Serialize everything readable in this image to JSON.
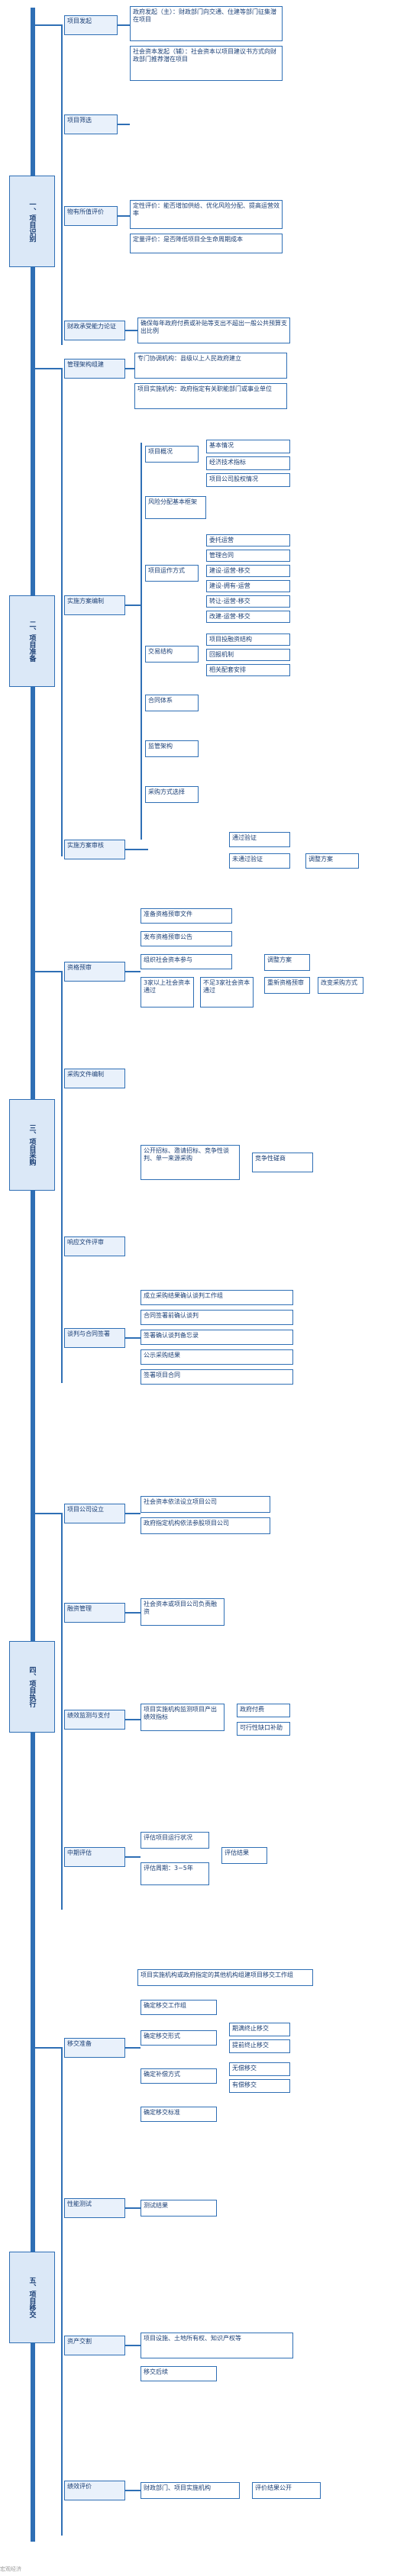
{
  "phases": [
    {
      "label": "一、项目识别"
    },
    {
      "label": "二、项目准备"
    },
    {
      "label": "三、项目采购"
    },
    {
      "label": "四、项目执行"
    },
    {
      "label": "五、项目移交"
    }
  ],
  "sections": [
    {
      "nodes": [
        {
          "text": "项目发起"
        },
        {
          "text": "政府发起（主）：财政部门向交通、住建等部门征集潜在项目"
        },
        {
          "text": "社会资本发起（辅）：社会资本以项目建议书方式向财政部门推荐潜在项目"
        },
        {
          "text": "项目筛选"
        },
        {
          "text": "物有所值评价"
        },
        {
          "text": "定性评价：能否增加供给、优化风险分配、提高运营效率"
        },
        {
          "text": "定量评价：是否降低项目全生命周期成本"
        },
        {
          "text": "财政承受能力论证"
        },
        {
          "text": "确保每年政府付费或补贴等支出不超出一般公共预算支出比例"
        }
      ]
    },
    {
      "nodes": [
        {
          "text": "管理架构组建"
        },
        {
          "text": "专门协调机构：县级以上人民政府建立"
        },
        {
          "text": "项目实施机构：政府指定有关职能部门或事业单位"
        },
        {
          "text": "实施方案编制"
        },
        {
          "text": "项目概况"
        },
        {
          "text": "基本情况"
        },
        {
          "text": "经济技术指标"
        },
        {
          "text": "项目公司股权情况"
        },
        {
          "text": "风险分配基本框架"
        },
        {
          "text": "项目运作方式"
        },
        {
          "text": "委托运营"
        },
        {
          "text": "管理合同"
        },
        {
          "text": "建设-运营-移交"
        },
        {
          "text": "建设-拥有-运营"
        },
        {
          "text": "转让-运营-移交"
        },
        {
          "text": "改建-运营-移交"
        },
        {
          "text": "交易结构"
        },
        {
          "text": "项目投融资结构"
        },
        {
          "text": "回报机制"
        },
        {
          "text": "相关配套安排"
        },
        {
          "text": "合同体系"
        },
        {
          "text": "监管架构"
        },
        {
          "text": "采购方式选择"
        },
        {
          "text": "实施方案审核"
        },
        {
          "text": "通过验证"
        },
        {
          "text": "未通过验证"
        },
        {
          "text": "调整方案"
        }
      ]
    },
    {
      "nodes": [
        {
          "text": "资格预审"
        },
        {
          "text": "准备资格预审文件"
        },
        {
          "text": "发布资格预审公告"
        },
        {
          "text": "组织社会资本参与"
        },
        {
          "text": "3家以上社会资本通过"
        },
        {
          "text": "不足3家社会资本通过"
        },
        {
          "text": "调整方案"
        },
        {
          "text": "重新资格预审"
        },
        {
          "text": "改变采购方式"
        },
        {
          "text": "采购文件编制"
        },
        {
          "text": "公开招标、邀请招标、竞争性谈判、单一来源采购"
        },
        {
          "text": "竞争性磋商"
        },
        {
          "text": "响应文件评审"
        },
        {
          "text": "谈判与合同签署"
        },
        {
          "text": "成立采购结果确认谈判工作组"
        },
        {
          "text": "合同签署前确认谈判"
        },
        {
          "text": "签署确认谈判备忘录"
        },
        {
          "text": "公示采购结果"
        },
        {
          "text": "签署项目合同"
        }
      ]
    },
    {
      "nodes": [
        {
          "text": "项目公司设立"
        },
        {
          "text": "社会资本依法设立项目公司"
        },
        {
          "text": "政府指定机构依法参股项目公司"
        },
        {
          "text": "融资管理"
        },
        {
          "text": "社会资本或项目公司负责融资"
        },
        {
          "text": "绩效监测与支付"
        },
        {
          "text": "项目实施机构监测项目产出绩效指标"
        },
        {
          "text": "政府付费"
        },
        {
          "text": "可行性缺口补助"
        },
        {
          "text": "中期评估"
        },
        {
          "text": "评估项目运行状况"
        },
        {
          "text": "评估结果"
        },
        {
          "text": "评估周期：3~5年"
        }
      ]
    },
    {
      "nodes": [
        {
          "text": "项目实施机构或政府指定的其他机构组建项目移交工作组"
        },
        {
          "text": "移交准备"
        },
        {
          "text": "确定移交工作组"
        },
        {
          "text": "确定移交形式"
        },
        {
          "text": "期满终止移交"
        },
        {
          "text": "提前终止移交"
        },
        {
          "text": "确定补偿方式"
        },
        {
          "text": "无偿移交"
        },
        {
          "text": "有偿移交"
        },
        {
          "text": "确定移交标准"
        },
        {
          "text": "性能测试"
        },
        {
          "text": "测试结果"
        },
        {
          "text": "资产交割"
        },
        {
          "text": "项目设施、土地所有权、知识产权等"
        },
        {
          "text": "移交后续"
        },
        {
          "text": "绩效评价"
        },
        {
          "text": "财政部门、项目实施机构"
        },
        {
          "text": "评价结果公开"
        }
      ]
    }
  ],
  "watermark": "宏观经济"
}
